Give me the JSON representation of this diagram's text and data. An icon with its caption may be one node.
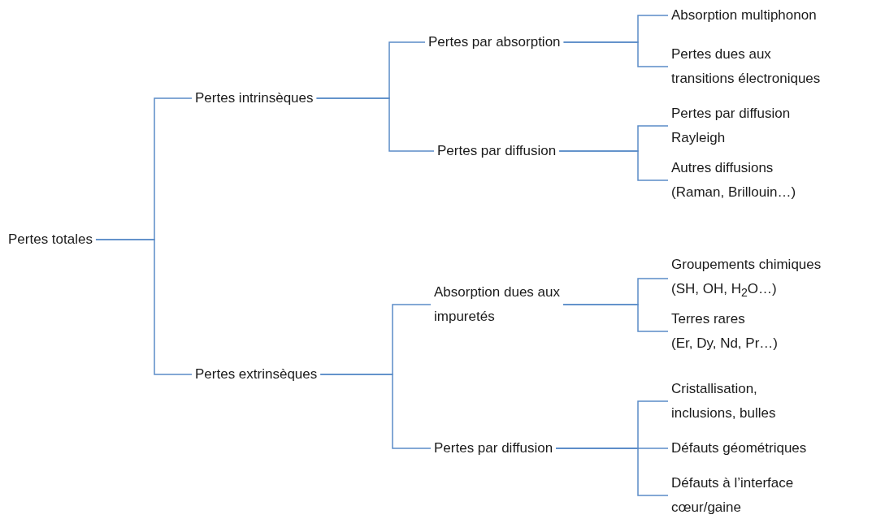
{
  "diagram": {
    "nodes": [
      {
        "text": [
          "Pertes totales"
        ]
      },
      {
        "text": [
          "Pertes intrinsèques"
        ]
      },
      {
        "text": [
          "Pertes extrinsèques"
        ]
      },
      {
        "text": [
          "Pertes par absorption"
        ]
      },
      {
        "text": [
          "Pertes par diffusion"
        ]
      },
      {
        "text": [
          "Absorption dues aux impuretés"
        ]
      },
      {
        "text": [
          "Pertes par diffusion"
        ]
      },
      {
        "text": [
          "Absorption multiphonon"
        ]
      },
      {
        "text": [
          "Pertes dues aux transitions électroniques"
        ]
      },
      {
        "text": [
          "Pertes par diffusion Rayleigh"
        ]
      },
      {
        "text": [
          "Autres diffusions (Raman, Brillouin…)"
        ]
      },
      {
        "text": [
          "Groupements chimiques (SH, OH, H$_{2}$O…)"
        ]
      },
      {
        "text": [
          "Terres rares (Er, Dy, Nd, Pr…)"
        ]
      },
      {
        "text": [
          "Cristallisation, inclusions, bulles"
        ]
      },
      {
        "text": [
          "Défauts géométriques"
        ]
      },
      {
        "text": [
          "Défauts à l’interface cœur/gaine"
        ]
      }
    ],
    "edges": [
      {
        "from": 0,
        "to": 1,
        "arrow": "none"
      },
      {
        "from": 0,
        "to": 2,
        "arrow": "none"
      },
      {
        "from": 1,
        "to": 3,
        "arrow": "none"
      },
      {
        "from": 1,
        "to": 4,
        "arrow": "none"
      },
      {
        "from": 2,
        "to": 5,
        "arrow": "none"
      },
      {
        "from": 2,
        "to": 6,
        "arrow": "none"
      },
      {
        "from": 3,
        "to": 7,
        "arrow": "none"
      },
      {
        "from": 3,
        "to": 8,
        "arrow": "none"
      },
      {
        "from": 4,
        "to": 9,
        "arrow": "none"
      },
      {
        "from": 4,
        "to": 10,
        "arrow": "none"
      },
      {
        "from": 5,
        "to": 11,
        "arrow": "none"
      },
      {
        "from": 5,
        "to": 12,
        "arrow": "none"
      },
      {
        "from": 6,
        "to": 13,
        "arrow": "none"
      },
      {
        "from": 6,
        "to": 14,
        "arrow": "none"
      },
      {
        "from": 6,
        "to": 15,
        "arrow": "none"
      }
    ]
  }
}
